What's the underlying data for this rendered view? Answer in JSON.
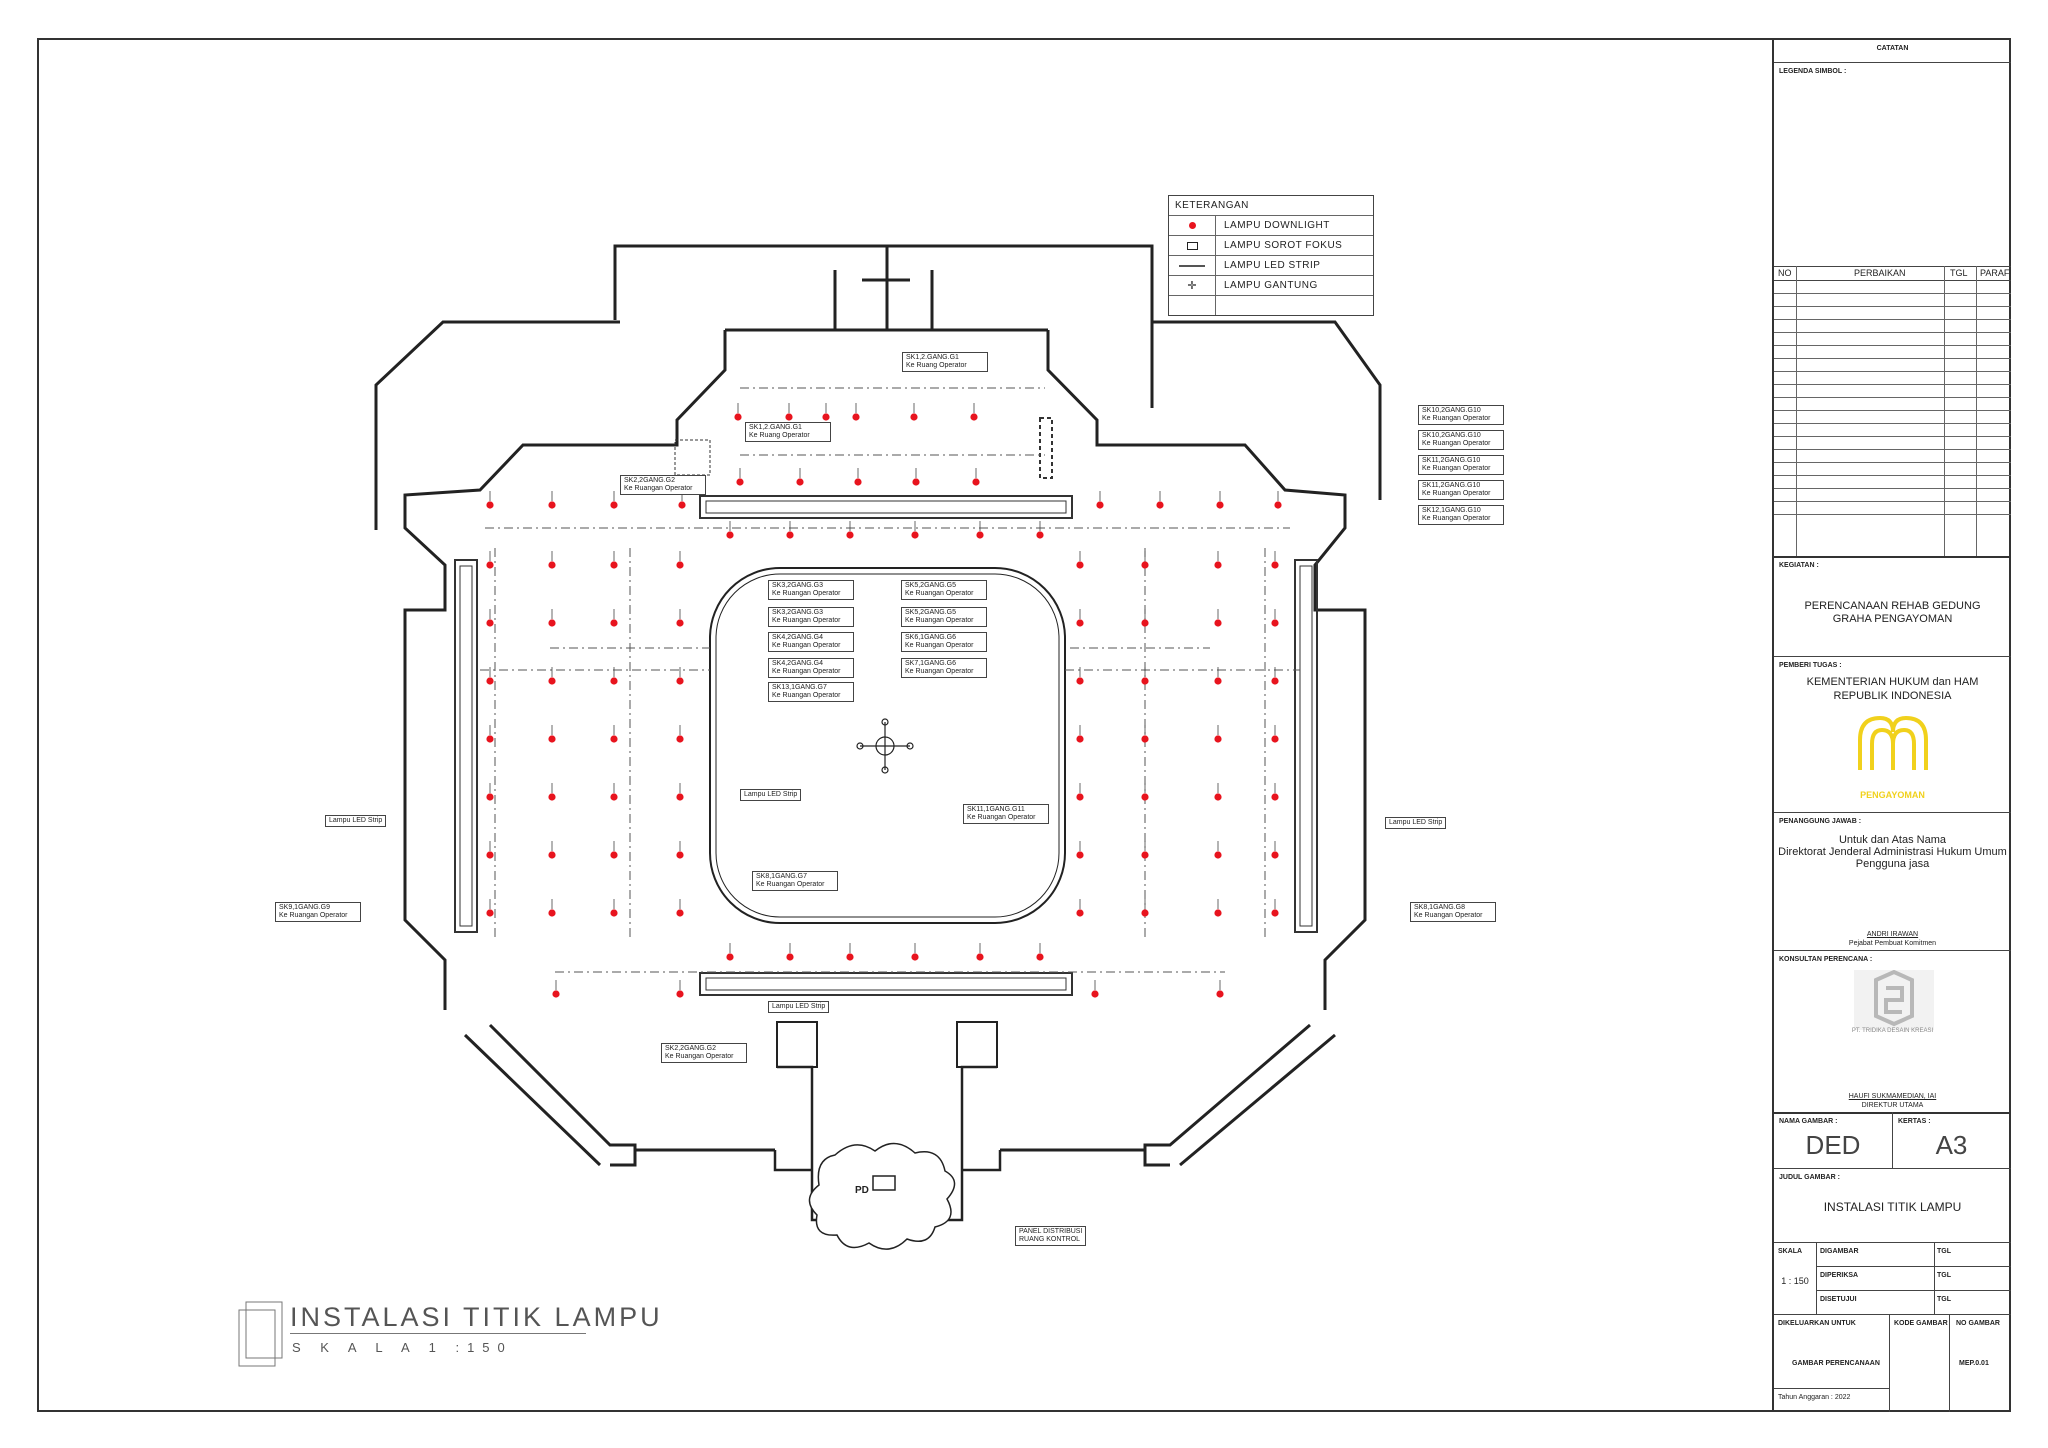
{
  "legend": {
    "title": "KETERANGAN",
    "items": [
      {
        "symbol": "downlight-icon",
        "label": "LAMPU DOWNLIGHT"
      },
      {
        "symbol": "spotlight-icon",
        "label": "LAMPU SOROT FOKUS"
      },
      {
        "symbol": "led-strip-icon",
        "label": "LAMPU LED STRIP"
      },
      {
        "symbol": "pendant-lamp-icon",
        "label": "LAMPU GANTUNG"
      }
    ]
  },
  "circuit_tags": [
    {
      "code": "SK1,2.GANG.G1",
      "dest": "Ke Ruang Operator"
    },
    {
      "code": "SK1,2.GANG.G1",
      "dest": "Ke Ruang Operator"
    },
    {
      "code": "SK2,2GANG.G2",
      "dest": "Ke Ruangan Operator"
    },
    {
      "code": "SK10,2GANG.G10",
      "dest": "Ke Ruangan Operator"
    },
    {
      "code": "SK10,2GANG.G10",
      "dest": "Ke Ruangan Operator"
    },
    {
      "code": "SK11,2GANG.G10",
      "dest": "Ke Ruangan Operator"
    },
    {
      "code": "SK11,2GANG.G10",
      "dest": "Ke Ruangan Operator"
    },
    {
      "code": "SK12,1GANG.G10",
      "dest": "Ke Ruangan Operator"
    },
    {
      "code": "SK3,2GANG.G3",
      "dest": "Ke Ruangan Operator"
    },
    {
      "code": "SK3,2GANG.G3",
      "dest": "Ke Ruangan Operator"
    },
    {
      "code": "SK4,2GANG.G4",
      "dest": "Ke Ruangan Operator"
    },
    {
      "code": "SK4,2GANG.G4",
      "dest": "Ke Ruangan Operator"
    },
    {
      "code": "SK13,1GANG.G7",
      "dest": "Ke Ruangan Operator"
    },
    {
      "code": "SK5,2GANG.G5",
      "dest": "Ke Ruangan Operator"
    },
    {
      "code": "SK5,2GANG.G5",
      "dest": "Ke Ruangan Operator"
    },
    {
      "code": "SK6,1GANG.G6",
      "dest": "Ke Ruangan Operator"
    },
    {
      "code": "SK7,1GANG.G6",
      "dest": "Ke Ruangan Operator"
    },
    {
      "code": "SK11,1GANG.G11",
      "dest": "Ke Ruangan Operator"
    },
    {
      "code": "SK8,1GANG.G7",
      "dest": "Ke Ruangan Operator"
    },
    {
      "code": "SK9,1GANG.G9",
      "dest": "Ke Ruangan Operator"
    },
    {
      "code": "SK8,1GANG.G8",
      "dest": "Ke Ruangan Operator"
    },
    {
      "code": "SK2,2GANG.G2",
      "dest": "Ke Ruangan Operator"
    }
  ],
  "simple_tags": {
    "led_left": "Lampu LED Strip",
    "led_right": "Lampu LED Strip",
    "led_center": "Lampu LED Strip",
    "led_bottom": "Lampu LED Strip",
    "panel_line1": "PANEL DISTRIBUSI",
    "panel_line2": "RUANG KONTROL",
    "pd": "PD"
  },
  "plan_title": "INSTALASI TITIK LAMPU",
  "plan_scale": "S K A L A   1 :150",
  "title_block": {
    "catatan": "CATATAN",
    "legenda_simbol": "LEGENDA SIMBOL :",
    "revision_headers": [
      "NO",
      "PERBAIKAN",
      "TGL",
      "PARAF"
    ],
    "kegiatan_label": "KEGIATAN :",
    "kegiatan_value": "PERENCANAAN REHAB GEDUNG GRAHA PENGAYOMAN",
    "pemberi_tugas_label": "PEMBERI TUGAS :",
    "pemberi_tugas_line1": "KEMENTERIAN HUKUM dan HAM",
    "pemberi_tugas_line2": "REPUBLIK INDONESIA",
    "logo_text": "PENGAYOMAN",
    "penanggung_label": "PENANGGUNG JAWAB :",
    "penanggung_line1": "Untuk dan Atas Nama",
    "penanggung_line2": "Direktorat Jenderal Administrasi Hukum Umum",
    "penanggung_line3": "Pengguna jasa",
    "pejabat_name": "ANDRI IRAWAN",
    "pejabat_title": "Pejabat Pembuat Komitmen",
    "konsultan_label": "KONSULTAN PERENCANA :",
    "konsultan_company": "PT. TRIDIKA DESAIN KREASI",
    "direktur_name": "HAUFI SUKMAMEDIAN, IAI",
    "direktur_title": "DIREKTUR UTAMA",
    "nama_gambar_label": "NAMA GAMBAR :",
    "nama_gambar_value": "DED",
    "kertas_label": "KERTAS :",
    "kertas_value": "A3",
    "judul_label": "JUDUL GAMBAR :",
    "judul_value": "INSTALASI TITIK LAMPU",
    "skala_label": "SKALA",
    "skala_value": "1 : 150",
    "digambar": "DIGAMBAR",
    "diperiksa": "DIPERIKSA",
    "disetujui": "DISETUJUI",
    "tgl": "TGL",
    "dikeluarkan_label": "DIKELUARKAN UNTUK",
    "dikeluarkan_value": "GAMBAR PERENCANAAN",
    "kode_label": "KODE GAMBAR",
    "no_gambar_label": "NO GAMBAR",
    "no_gambar_value": "MEP.0.01",
    "tahun": "Tahun Anggaran : 2022"
  },
  "colors": {
    "downlight": "#e8141e",
    "logo": "#f1d11c",
    "line": "#222222"
  }
}
